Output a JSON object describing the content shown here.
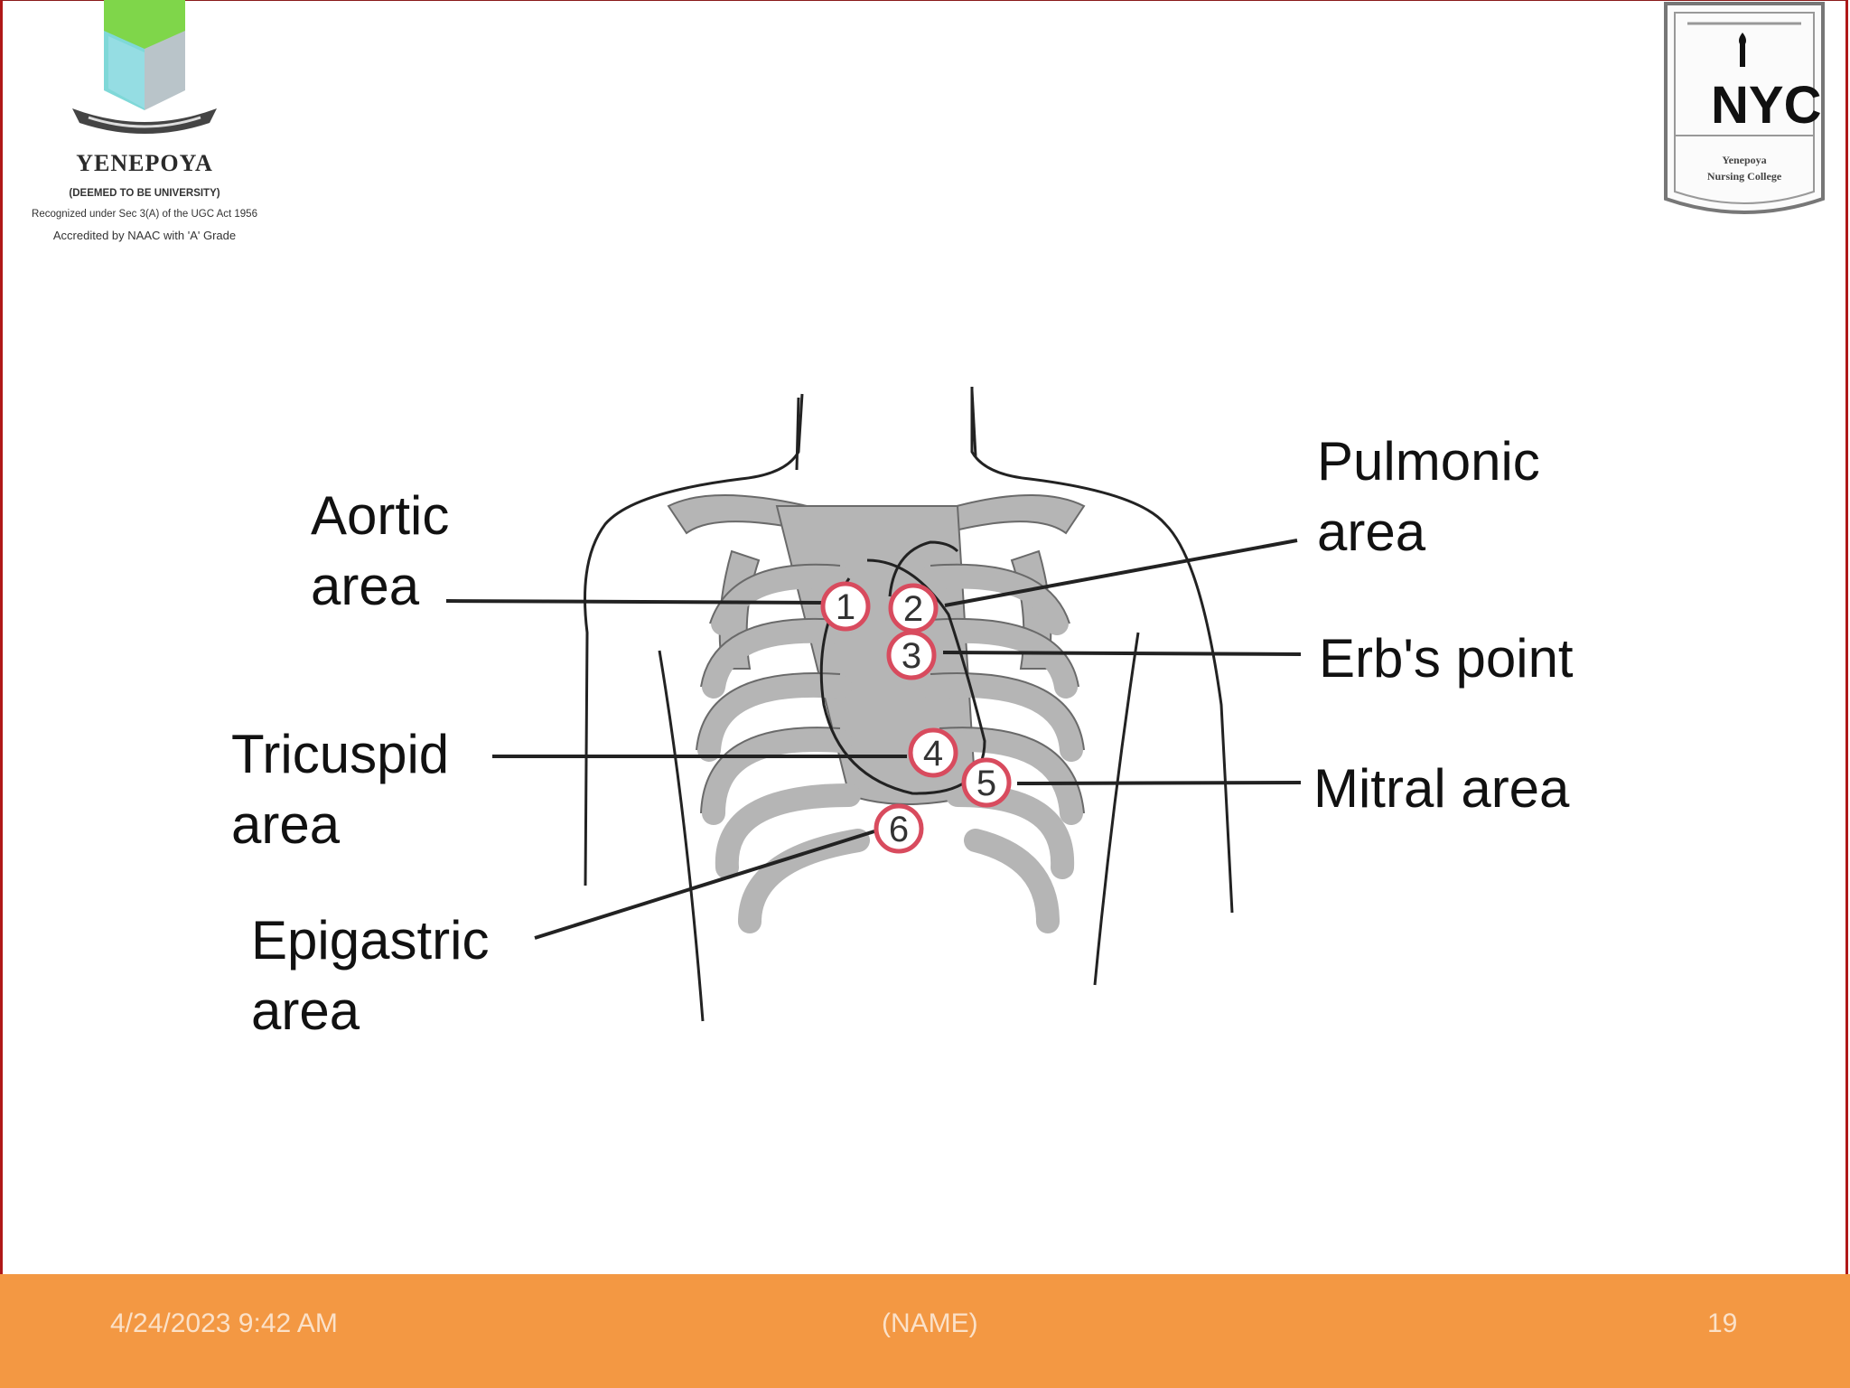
{
  "logo_left": {
    "name": "YENEPOYA",
    "line1": "(DEEMED TO BE UNIVERSITY)",
    "line2": "Recognized under Sec 3(A) of the UGC Act 1956",
    "line3": "Accredited by NAAC with 'A' Grade"
  },
  "logo_right": {
    "college_line1": "Yenepoya",
    "college_line2": "Nursing College"
  },
  "diagram": {
    "labels": {
      "aortic": "Aortic\narea",
      "pulmonic": "Pulmonic\narea",
      "erbs": "Erb's point",
      "tricuspid": "Tricuspid\narea",
      "mitral": "Mitral area",
      "epigastric": "Epigastric\narea"
    },
    "markers": [
      "1",
      "2",
      "3",
      "4",
      "5",
      "6"
    ]
  },
  "footer": {
    "date": "4/24/2023 9:42 AM",
    "name": "(NAME)",
    "page": "19"
  },
  "colors": {
    "footer_bg": "#f39843",
    "marker_ring": "#d84b5e",
    "rib_fill": "#b5b5b5"
  }
}
